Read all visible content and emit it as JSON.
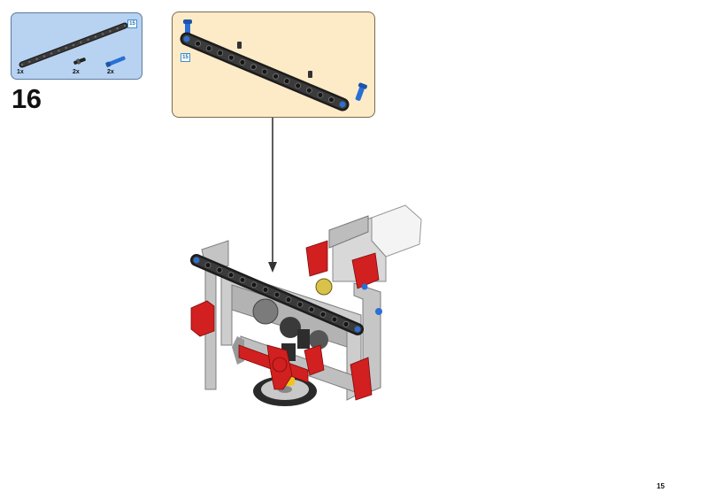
{
  "step": {
    "number": "16",
    "page_number": "15"
  },
  "parts_list": {
    "items": [
      {
        "name": "technic-beam-15",
        "qty": "1x",
        "length_label": "15"
      },
      {
        "name": "black-pin",
        "qty": "2x"
      },
      {
        "name": "blue-axle-pin",
        "qty": "2x"
      }
    ]
  },
  "callout": {
    "length_label": "15"
  },
  "colors": {
    "parts_box_bg": "#b7d3f1",
    "callout_bg": "#fdebc8",
    "beam": "#2b2b2b",
    "light_gray": "#c8c8c8",
    "red": "#d21f1f",
    "blue": "#2a6fd6",
    "yellow": "#f2c21a"
  }
}
